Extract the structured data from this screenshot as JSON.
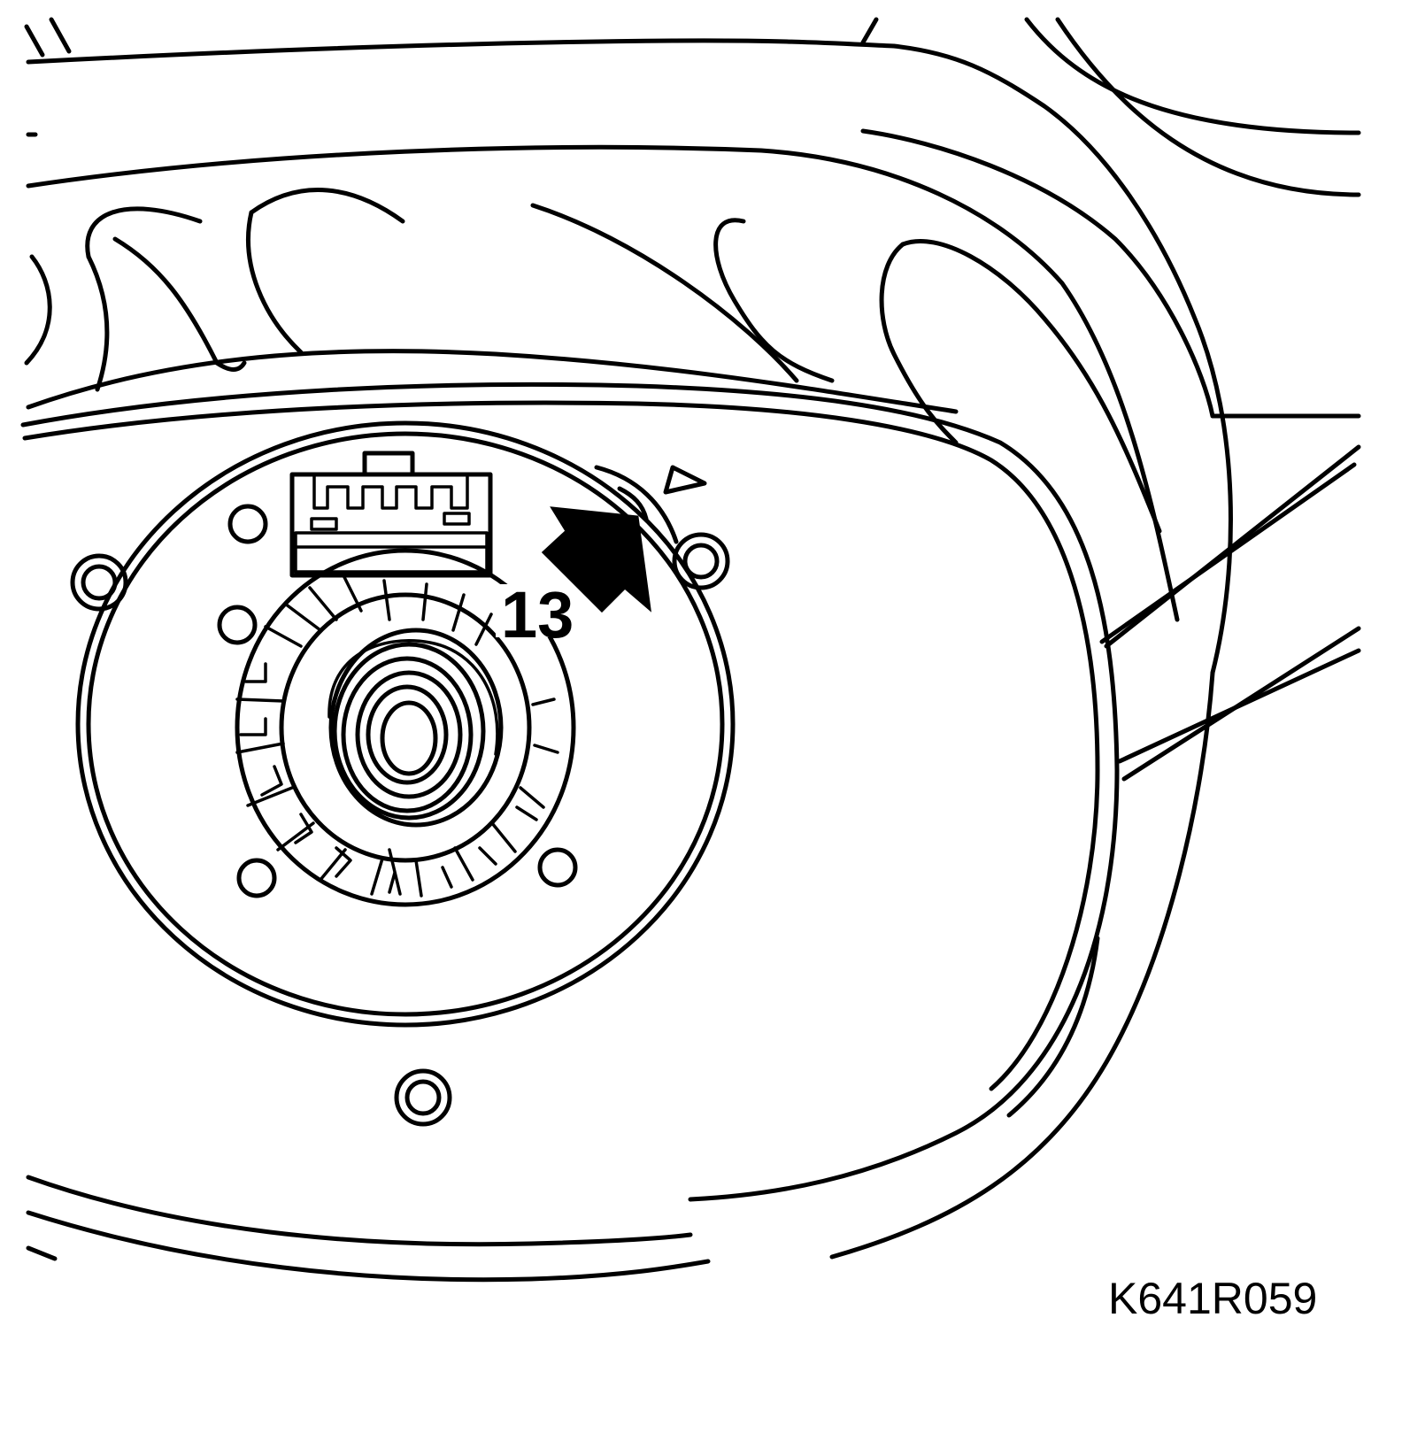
{
  "callouts": [
    {
      "id": "callout-13",
      "label": "13"
    }
  ],
  "figure_id": "K641R059",
  "icons": {
    "arrow": "pointer-arrow-icon",
    "marker": "alignment-triangle-icon"
  },
  "colors": {
    "ink": "#000000",
    "paper": "#ffffff"
  }
}
